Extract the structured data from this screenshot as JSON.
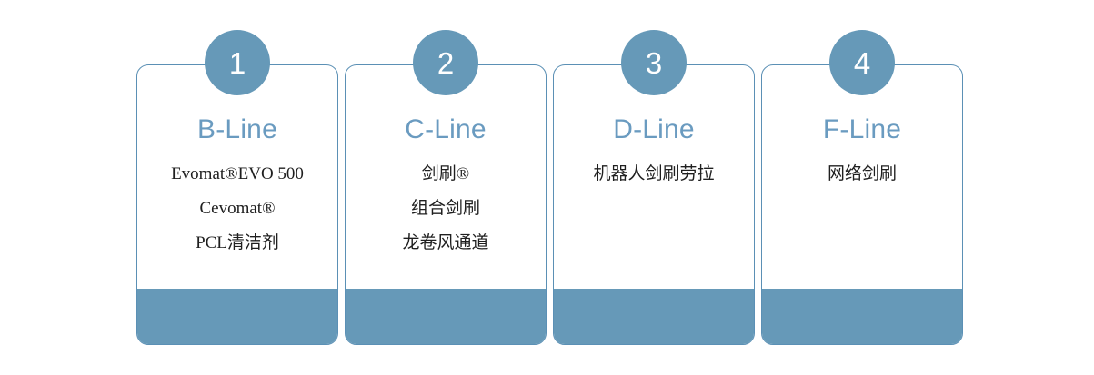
{
  "theme": {
    "accent_blue": "#6699B8",
    "border_blue": "#5B90B5",
    "title_blue": "#6A9BC0",
    "body_text": "#1f1f1f",
    "circle_number_color": "#ffffff",
    "card_background": "#ffffff",
    "page_background": "#ffffff"
  },
  "cards": [
    {
      "number": "1",
      "title": "B-Line",
      "items": [
        "Evomat®EVO 500",
        "Cevomat®",
        "PCL清洁剂"
      ]
    },
    {
      "number": "2",
      "title": "C-Line",
      "items": [
        "剑刷®",
        "组合剑刷",
        "龙卷风通道"
      ]
    },
    {
      "number": "3",
      "title": "D-Line",
      "items": [
        "机器人剑刷劳拉"
      ]
    },
    {
      "number": "4",
      "title": "F-Line",
      "items": [
        "网络剑刷"
      ]
    }
  ]
}
